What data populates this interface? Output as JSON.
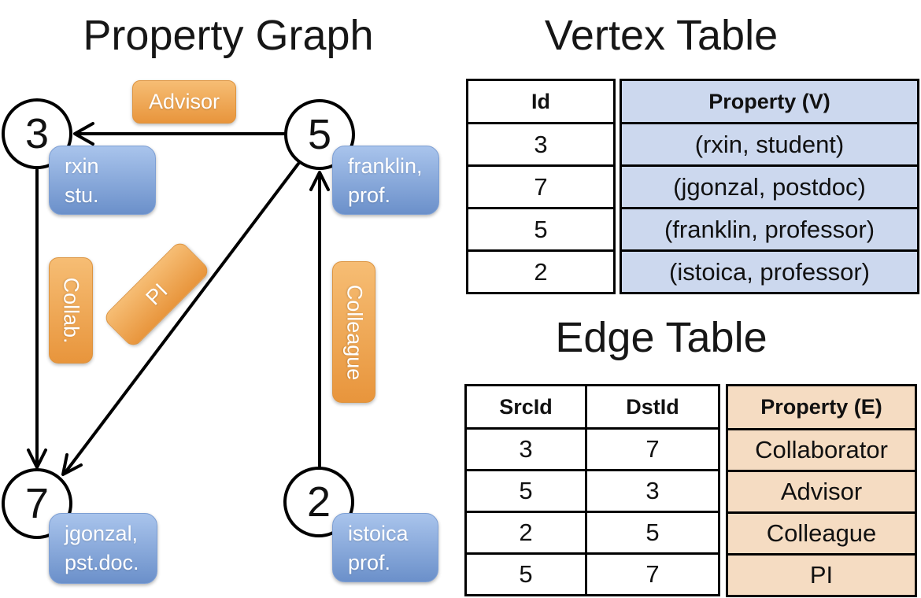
{
  "colors": {
    "orange-top": "#f6bd74",
    "orange-bottom": "#e8953c",
    "orange-border": "#dd9440",
    "blue-top": "#a9c4ec",
    "blue-bottom": "#6b90ca",
    "blue-border": "#7d9fd4",
    "vertex-cell-bg": "#ccd8ee",
    "edge-cell-bg": "#f5dcc2",
    "ink": "#111111"
  },
  "property_graph": {
    "title": "Property Graph",
    "nodes": {
      "n3": {
        "id": "3",
        "line1": "rxin",
        "line2": "stu."
      },
      "n5": {
        "id": "5",
        "line1": "franklin,",
        "line2": "prof."
      },
      "n7": {
        "id": "7",
        "line1": "jgonzal,",
        "line2": "pst.doc."
      },
      "n2": {
        "id": "2",
        "line1": "istoica",
        "line2": "prof."
      }
    },
    "edge_labels": {
      "advisor": "Advisor",
      "collab": "Collab.",
      "pi": "PI",
      "colleague": "Colleague"
    }
  },
  "vertex_table": {
    "title": "Vertex Table",
    "columns": {
      "id": "Id",
      "property": "Property (V)"
    },
    "rows": [
      {
        "id": "3",
        "property": "(rxin, student)"
      },
      {
        "id": "7",
        "property": "(jgonzal, postdoc)"
      },
      {
        "id": "5",
        "property": "(franklin, professor)"
      },
      {
        "id": "2",
        "property": "(istoica, professor)"
      }
    ]
  },
  "edge_table": {
    "title": "Edge Table",
    "columns": {
      "src": "SrcId",
      "dst": "DstId",
      "property": "Property (E)"
    },
    "rows": [
      {
        "src": "3",
        "dst": "7",
        "property": "Collaborator"
      },
      {
        "src": "5",
        "dst": "3",
        "property": "Advisor"
      },
      {
        "src": "2",
        "dst": "5",
        "property": "Colleague"
      },
      {
        "src": "5",
        "dst": "7",
        "property": "PI"
      }
    ]
  }
}
